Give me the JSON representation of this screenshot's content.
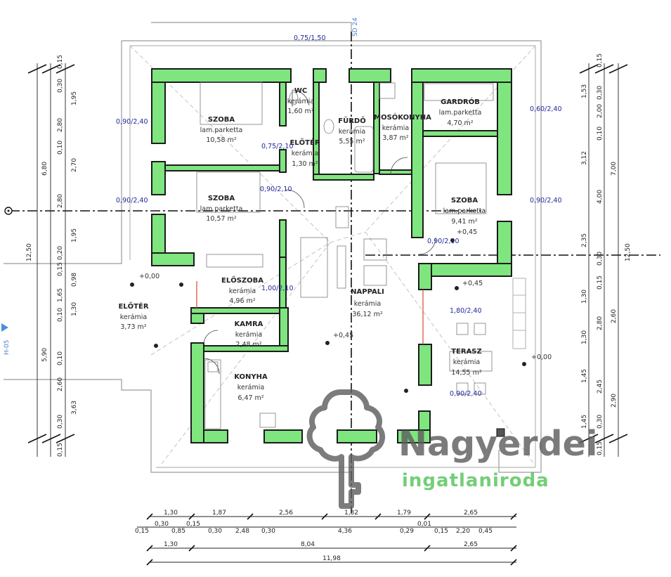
{
  "rooms": [
    {
      "name": "SZOBA",
      "floor": "lam.parketta",
      "area": "10,58 m²"
    },
    {
      "name": "SZOBA",
      "floor": "lam.parketta",
      "area": "10,57 m²"
    },
    {
      "name": "SZOBA",
      "floor": "lam.parketta",
      "area": "9,41 m²"
    },
    {
      "name": "WC",
      "floor": "kerámia",
      "area": "1,60 m²"
    },
    {
      "name": "ELŐTÉR",
      "floor": "kerámia",
      "area": "1,30 m²"
    },
    {
      "name": "FÜRDŐ",
      "floor": "kerámia",
      "area": "5,55 m²"
    },
    {
      "name": "MOSÓKONYHA",
      "floor": "kerámia",
      "area": "3,87 m²"
    },
    {
      "name": "GARDRÓB",
      "floor": "lam.parketta",
      "area": "4,70 m²"
    },
    {
      "name": "ELŐSZOBA",
      "floor": "kerámia",
      "area": "4,96 m²"
    },
    {
      "name": "NAPPALI",
      "floor": "kerámia",
      "area": "36,12 m²"
    },
    {
      "name": "ELŐTÉR",
      "floor": "kerámia",
      "area": "3,73 m²"
    },
    {
      "name": "KAMRA",
      "floor": "kerámia",
      "area": "2,48 m²"
    },
    {
      "name": "KONYHA",
      "floor": "kerámia",
      "area": "6,47 m²"
    },
    {
      "name": "TERASZ",
      "floor": "kerámia",
      "area": "14,55 m²"
    }
  ],
  "levels": [
    "+0,00",
    "+0,45",
    "+0,45",
    "+0,45",
    "+0,00"
  ],
  "section_marker": "SD 24",
  "side_marker": "H-05",
  "openings": [
    "0,75/1,50",
    "0,90/2,40",
    "1,00/2,10",
    "0,60/2,40",
    "0,90/2,10",
    "1,80/2,40",
    "0,75/2,10"
  ],
  "bottom_dims": {
    "row1": [
      "1,30",
      "1,87",
      "2,56",
      "1,82",
      "1,79",
      "2,65"
    ],
    "row2": [
      "0,15",
      "0,30",
      "0,85",
      "0,15",
      "0,30",
      "2,48",
      "0,30",
      "4,36",
      "0,29",
      "0,01",
      "0,15",
      "2,20",
      "0,45"
    ],
    "row3": [
      "1,30",
      "8,04",
      "2,65"
    ],
    "total": "11,98"
  },
  "left_dims": {
    "col1": [
      "0,15",
      "0,30",
      "2,80",
      "0,10",
      "2,80",
      "0,20",
      "0,15",
      "1,65",
      "0,10",
      "0,10",
      "2,60",
      "0,30",
      "0,15"
    ],
    "col2": [
      "1,95",
      "2,70",
      "1,95",
      "0,98",
      "1,30",
      "5,90",
      "3,63"
    ],
    "col3": [
      "6,80",
      "12,50"
    ]
  },
  "right_dims": {
    "col1": [
      "0,15",
      "0,30",
      "0,10",
      "0,30",
      "0,15",
      "0,15",
      "0,30"
    ],
    "col2": [
      "1,53",
      "2,00",
      "3,12",
      "4,00",
      "2,35",
      "1,30",
      "2,80",
      "1,30",
      "1,45",
      "2,45",
      "1,45"
    ],
    "col3": [
      "7,00",
      "2,60",
      "2,90"
    ],
    "total": "12,50"
  },
  "watermark": {
    "name": "Nagyerdei",
    "sub": "ingatlaniroda"
  },
  "colors": {
    "wall_fill": "#7fe57f",
    "wall_outline": "#1b1b1b",
    "dim_text": "#1e2a9a",
    "accent": "#55c45a"
  }
}
